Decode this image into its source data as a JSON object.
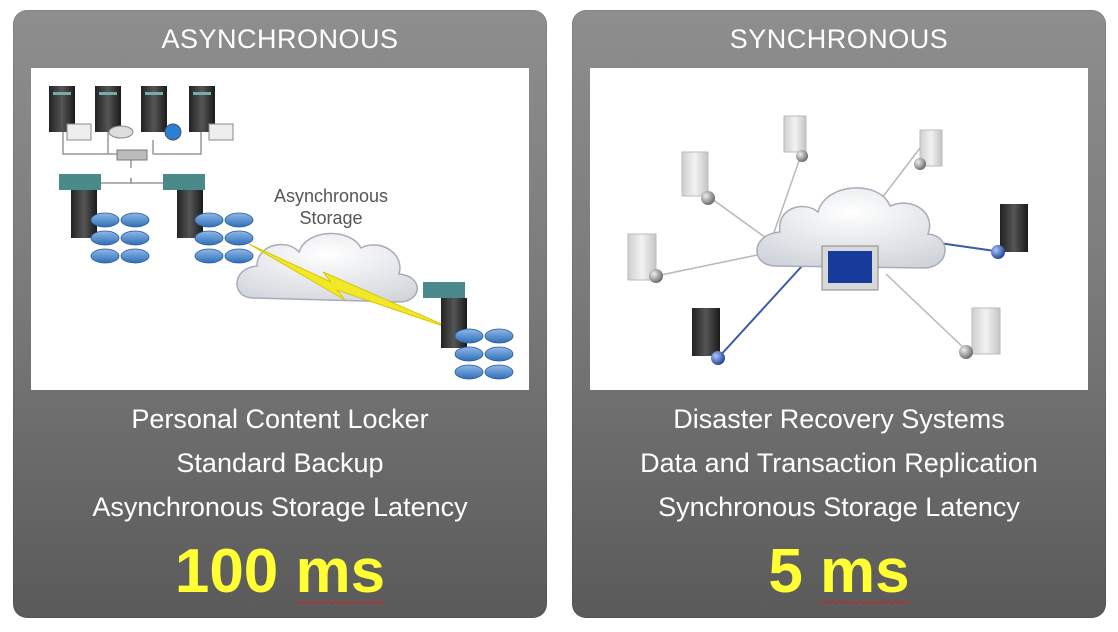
{
  "panels": [
    {
      "title": "ASYNCHRONOUS",
      "diagram_label_line1": "Asynchronous",
      "diagram_label_line2": "Storage",
      "lines": [
        "Personal Content Locker",
        "Standard Backup",
        "Asynchronous Storage Latency"
      ],
      "latency_value": "100",
      "latency_unit": "ms"
    },
    {
      "title": "SYNCHRONOUS",
      "lines": [
        "Disaster Recovery Systems",
        "Data and Transaction Replication",
        "Synchronous Storage Latency"
      ],
      "latency_value": "5",
      "latency_unit": "ms"
    }
  ],
  "colors": {
    "latency": "#ffff33",
    "link": "#3a5aa8",
    "panel": "#7b7b7b"
  },
  "icons": [
    "server-icon",
    "database-icon",
    "cloud-icon",
    "monitor-icon",
    "lightning-icon",
    "globe-icon",
    "network-switch-icon"
  ]
}
